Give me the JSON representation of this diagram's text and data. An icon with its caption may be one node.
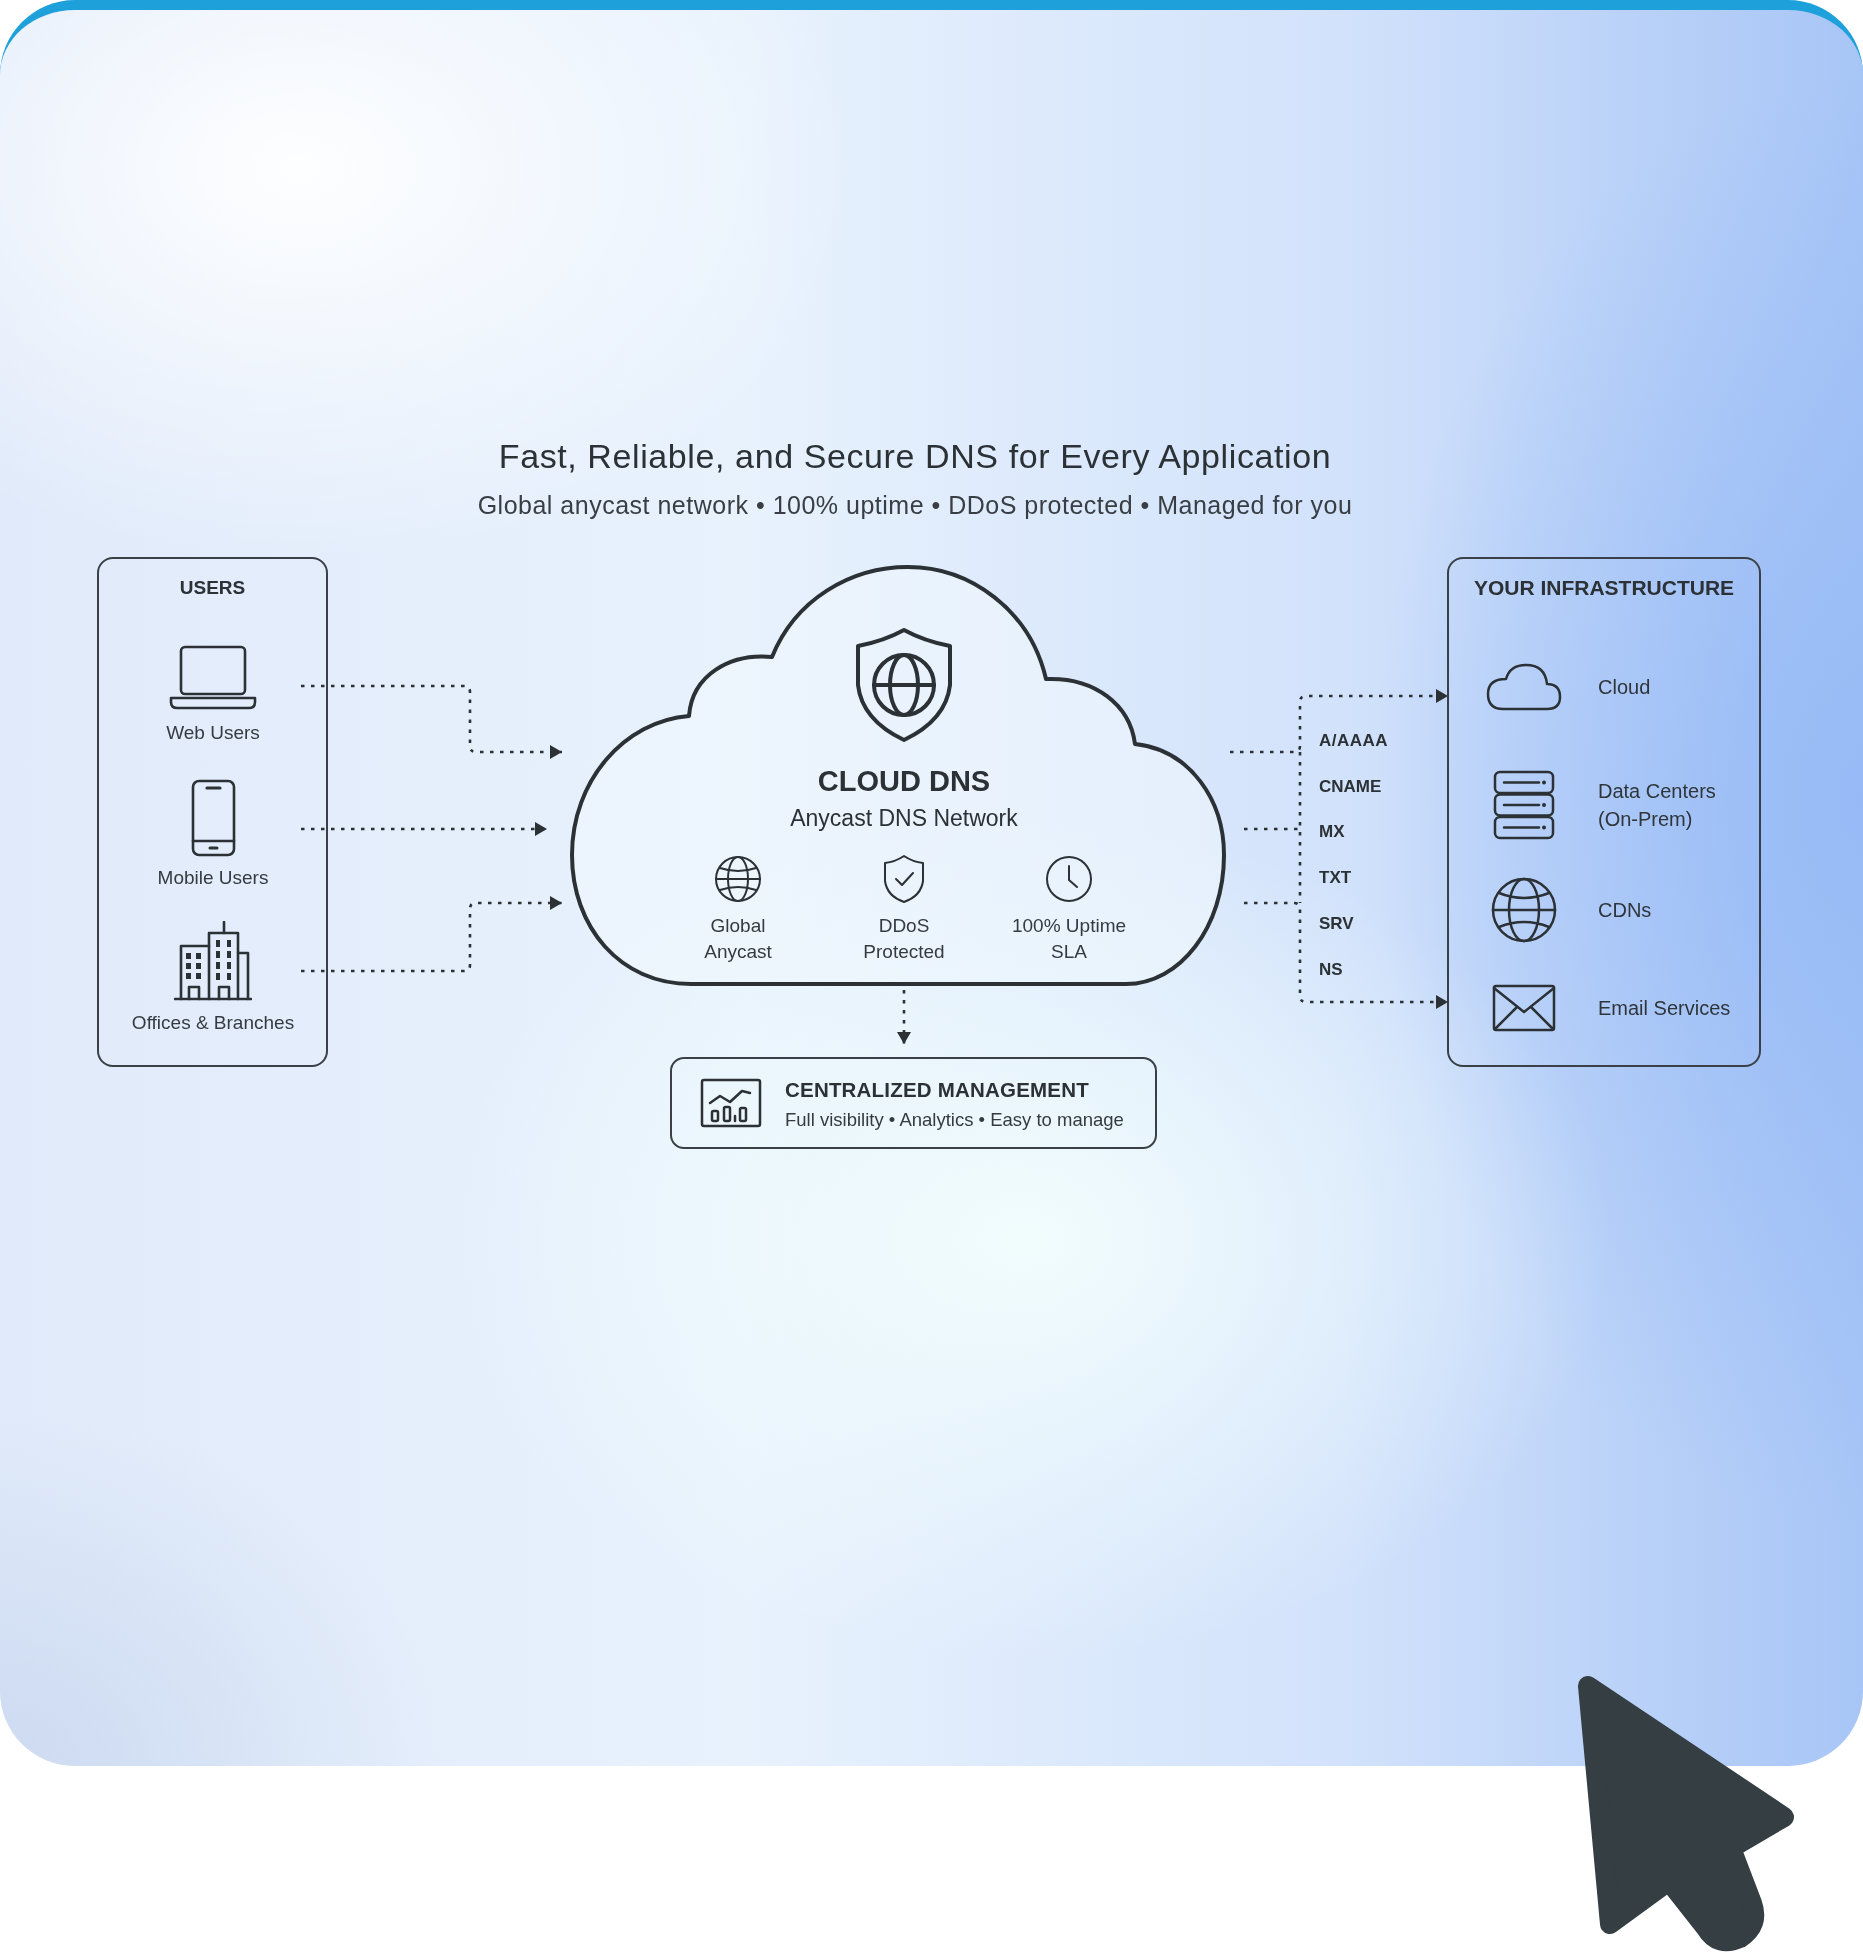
{
  "diagram": {
    "title": "Fast, Reliable, and Secure DNS for Every Application",
    "nodes": [
      {
        "text": [
          "USERS"
        ]
      },
      {
        "text": [
          "Web Users"
        ],
        "in": 0
      },
      {
        "text": [
          "Mobile Users"
        ],
        "in": 0
      },
      {
        "text": [
          "Offices & Branches"
        ],
        "in": 0
      },
      {
        "text": [
          "CLOUD DNS",
          "Anycast DNS Network",
          "Global Anycast",
          "DDoS Protected",
          "100% Uptime SLA"
        ]
      },
      {
        "text": [
          "CENTRALIZED MANAGEMENT",
          "Full visibility • Analytics • Easy to manage"
        ]
      },
      {
        "text": [
          "YOUR INFRASTRUCTURE"
        ]
      },
      {
        "text": [
          "Cloud"
        ],
        "in": 6
      },
      {
        "text": [
          "Data Centers (On-Prem)"
        ],
        "in": 6
      },
      {
        "text": [
          "CDNs"
        ],
        "in": 6
      },
      {
        "text": [
          "Email Services"
        ],
        "in": 6
      }
    ],
    "edges": [
      {
        "from": 1,
        "to": 4,
        "arrow": "to",
        "style": "dashed"
      },
      {
        "from": 2,
        "to": 4,
        "arrow": "to",
        "style": "dashed"
      },
      {
        "from": 3,
        "to": 4,
        "arrow": "to",
        "style": "dashed"
      },
      {
        "from": 4,
        "to": 5,
        "arrow": "to",
        "style": "dashed"
      },
      {
        "from": 4,
        "to": 7,
        "arrow": "to",
        "style": "dashed"
      },
      {
        "from": 4,
        "to": 10,
        "arrow": "to",
        "style": "dashed"
      }
    ],
    "labels": [
      "Global anycast network • 100% uptime • DDoS protected • Managed for you",
      "A/AAAA",
      "CNAME",
      "MX",
      "TXT",
      "SRV",
      "NS"
    ]
  }
}
